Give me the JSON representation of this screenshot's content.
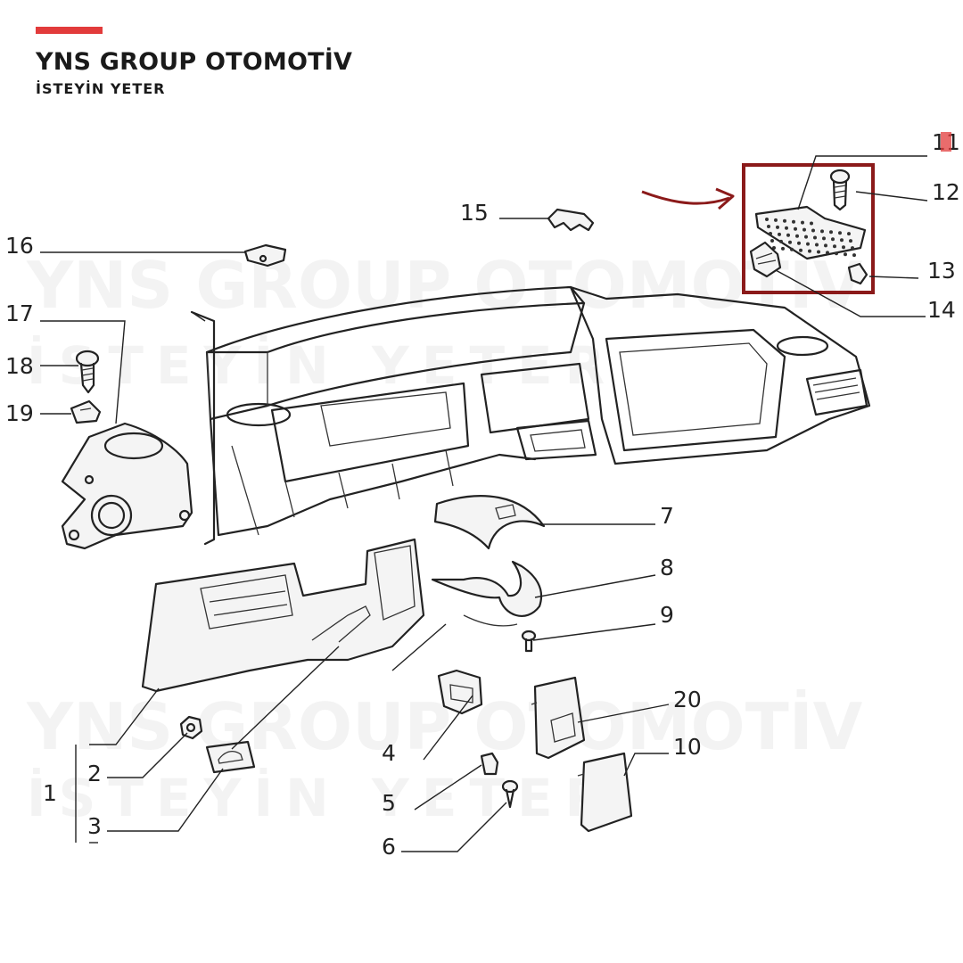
{
  "brand": {
    "name": "YNS GROUP OTOMOTİV",
    "slogan": "İSTEYİN YETER",
    "accent_color": "#e23b3b",
    "highlight_color": "#8b1a1a"
  },
  "callouts": {
    "p1": "1",
    "p2": "2",
    "p3": "3",
    "p4": "4",
    "p5": "5",
    "p6": "6",
    "p7": "7",
    "p8": "8",
    "p9": "9",
    "p10": "10",
    "p11": "11",
    "p12": "12",
    "p13": "13",
    "p14": "14",
    "p15": "15",
    "p16": "16",
    "p17": "17",
    "p18": "18",
    "p19": "19",
    "p20": "20"
  },
  "highlighted_parts": [
    "11",
    "12",
    "13",
    "14"
  ]
}
